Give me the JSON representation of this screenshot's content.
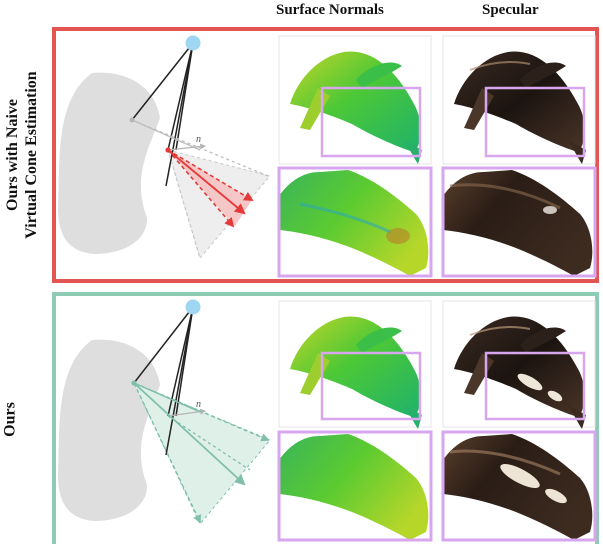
{
  "columns": {
    "normals_title": "Surface Normals",
    "specular_title": "Specular"
  },
  "rows": [
    {
      "label_line1": "Ours with Naive",
      "label_line2": "Virtual Cone Estimation",
      "frame_color": "#e25553"
    },
    {
      "label_line1": "Ours",
      "label_line2": "",
      "frame_color": "#8dcbb4"
    }
  ],
  "diagram": {
    "normal_symbol": "n",
    "light_color": "#9fd6f3",
    "surface_color": "#dedede",
    "naive_cone_color": "#e53a3a",
    "ours_cone_color": "#7fbfac",
    "zoom_box_color": "#d7a6ef"
  }
}
